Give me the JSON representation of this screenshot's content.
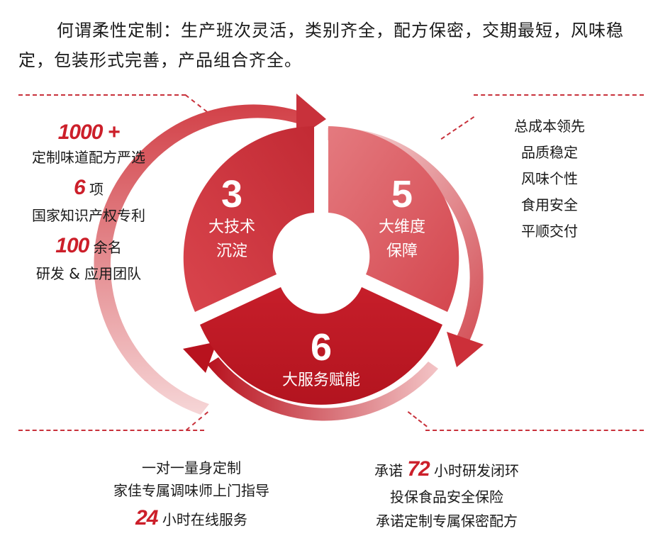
{
  "intro": {
    "line1": "何谓柔性定制：生产班次灵活，类别齐全，配方保密，交期最短，风味稳",
    "line2": "定，包装形式完善，产品组合齐全。"
  },
  "wheel": {
    "segments": [
      {
        "num": "3",
        "label1": "大技术",
        "label2": "沉淀"
      },
      {
        "num": "5",
        "label1": "大维度",
        "label2": "保障"
      },
      {
        "num": "6",
        "label1": "大服务赋能",
        "label2": ""
      }
    ],
    "colors": {
      "primary": "#cc1f2a",
      "dark": "#b8121e",
      "light": "#e07378",
      "lightest": "#f3c8c9"
    }
  },
  "left_stats": [
    {
      "num": "1000 +",
      "unit": "",
      "desc": "定制味道配方严选"
    },
    {
      "num": "6",
      "unit": "项",
      "desc": "国家知识产权专利"
    },
    {
      "num": "100",
      "unit": "余名",
      "desc": "研发 & 应用团队"
    }
  ],
  "right_list": [
    "总成本领先",
    "品质稳定",
    "风味个性",
    "食用安全",
    "平顺交付"
  ],
  "bottom_left": {
    "line1": "一对一量身定制",
    "line2": "家佳专属调味师上门指导",
    "num": "24",
    "line3": "小时在线服务"
  },
  "bottom_right": {
    "prefix": "承诺",
    "num": "72",
    "suffix": "小时研发闭环",
    "line2": "投保食品安全保险",
    "line3": "承诺定制专属保密配方"
  }
}
